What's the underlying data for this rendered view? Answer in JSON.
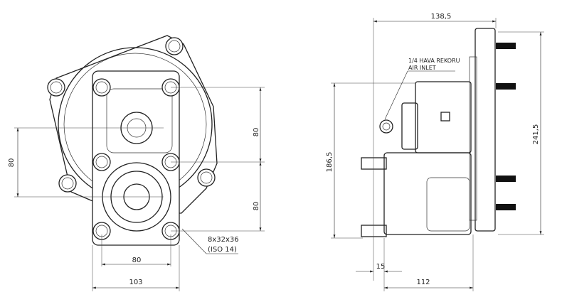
{
  "front_view": {
    "dim_vertical_left": "80",
    "dim_vertical_right_upper": "80",
    "dim_vertical_right_lower": "80",
    "dim_bolt_spacing": "80",
    "dim_flange_width": "103",
    "spline_spec_line1": "8x32x36",
    "spline_spec_line2": "(ISO 14)"
  },
  "side_view": {
    "dim_total_depth": "138,5",
    "dim_total_height": "241,5",
    "dim_body_height": "186,5",
    "dim_offset": "15",
    "dim_body_depth": "112",
    "air_inlet_label_tr": "1/4 HAVA REKORU",
    "air_inlet_label_en": "AIR INLET"
  }
}
